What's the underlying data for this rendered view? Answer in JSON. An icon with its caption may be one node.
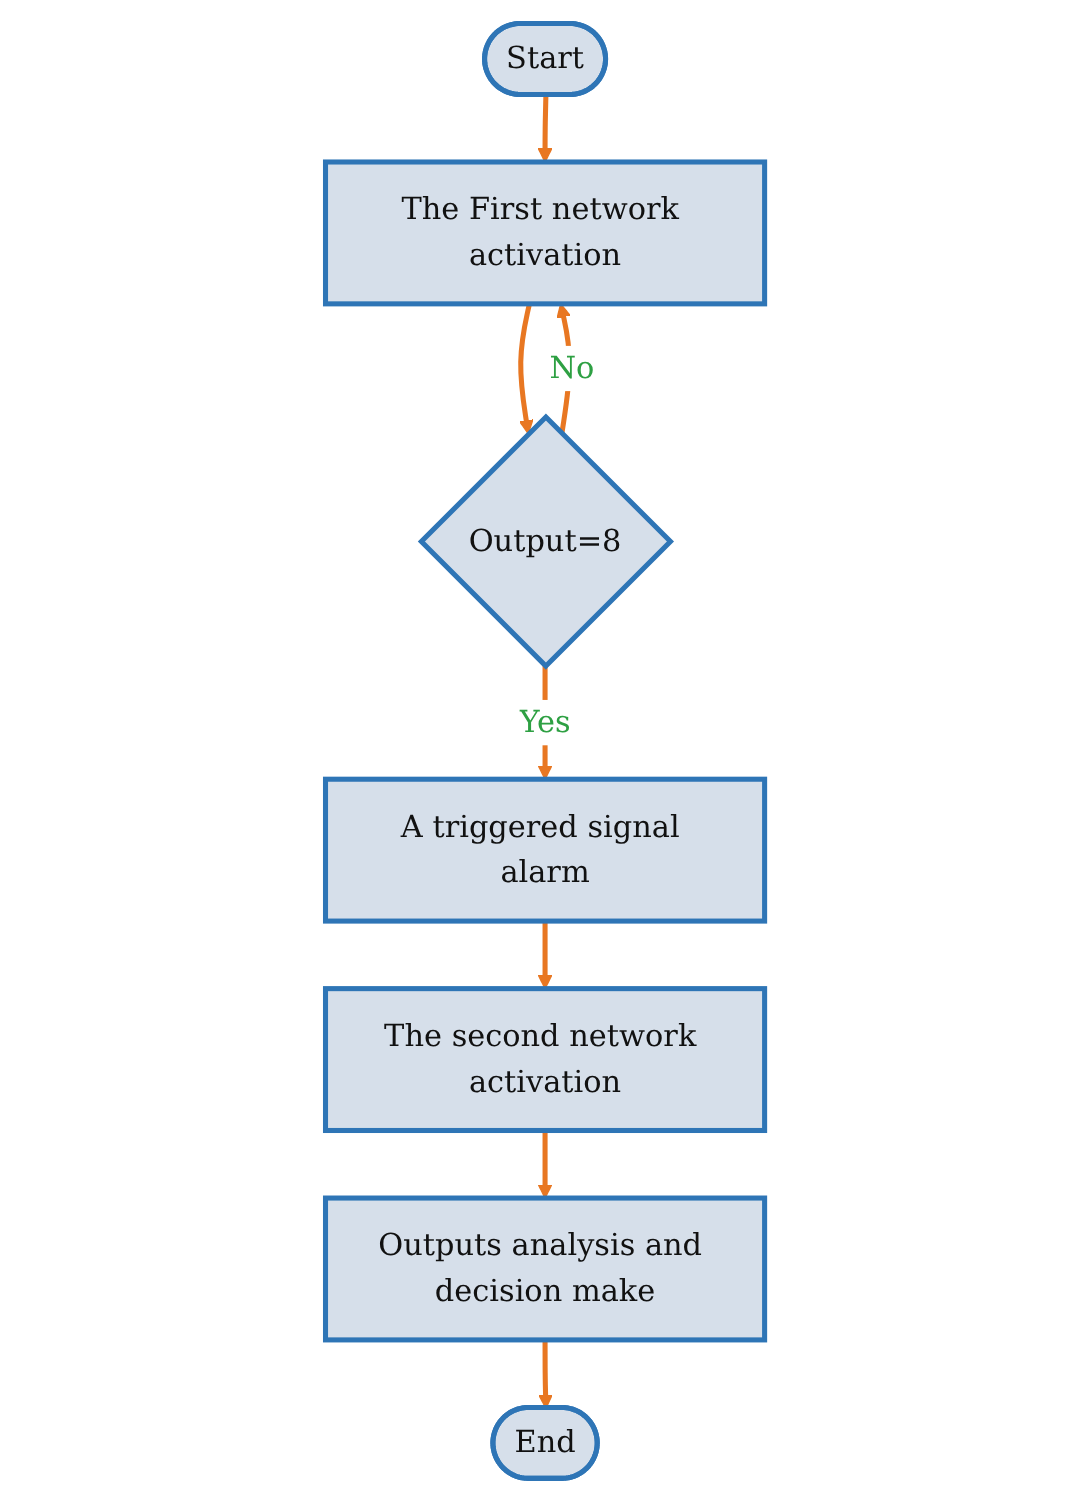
{
  "diagram": {
    "nodes": [
      {
        "text": [
          "Start"
        ]
      },
      {
        "text": [
          "The First network activation"
        ]
      },
      {
        "text": [
          "Output=8"
        ]
      },
      {
        "text": [
          "A triggered signal alarm"
        ]
      },
      {
        "text": [
          "The second network activation"
        ]
      },
      {
        "text": [
          "Outputs analysis and decision make"
        ]
      },
      {
        "text": [
          "End"
        ]
      }
    ],
    "edges": [
      {
        "from": 0,
        "to": 1,
        "arrow": "to"
      },
      {
        "from": 1,
        "to": 2,
        "arrow": "to"
      },
      {
        "from": 2,
        "to": 3,
        "arrow": "to",
        "label": "Yes"
      },
      {
        "from": 3,
        "to": 4,
        "arrow": "to"
      },
      {
        "from": 4,
        "to": 5,
        "arrow": "to"
      },
      {
        "from": 5,
        "to": 6,
        "arrow": "to"
      },
      {
        "from": 2,
        "to": 1,
        "arrow": "to",
        "label": "No"
      }
    ]
  }
}
